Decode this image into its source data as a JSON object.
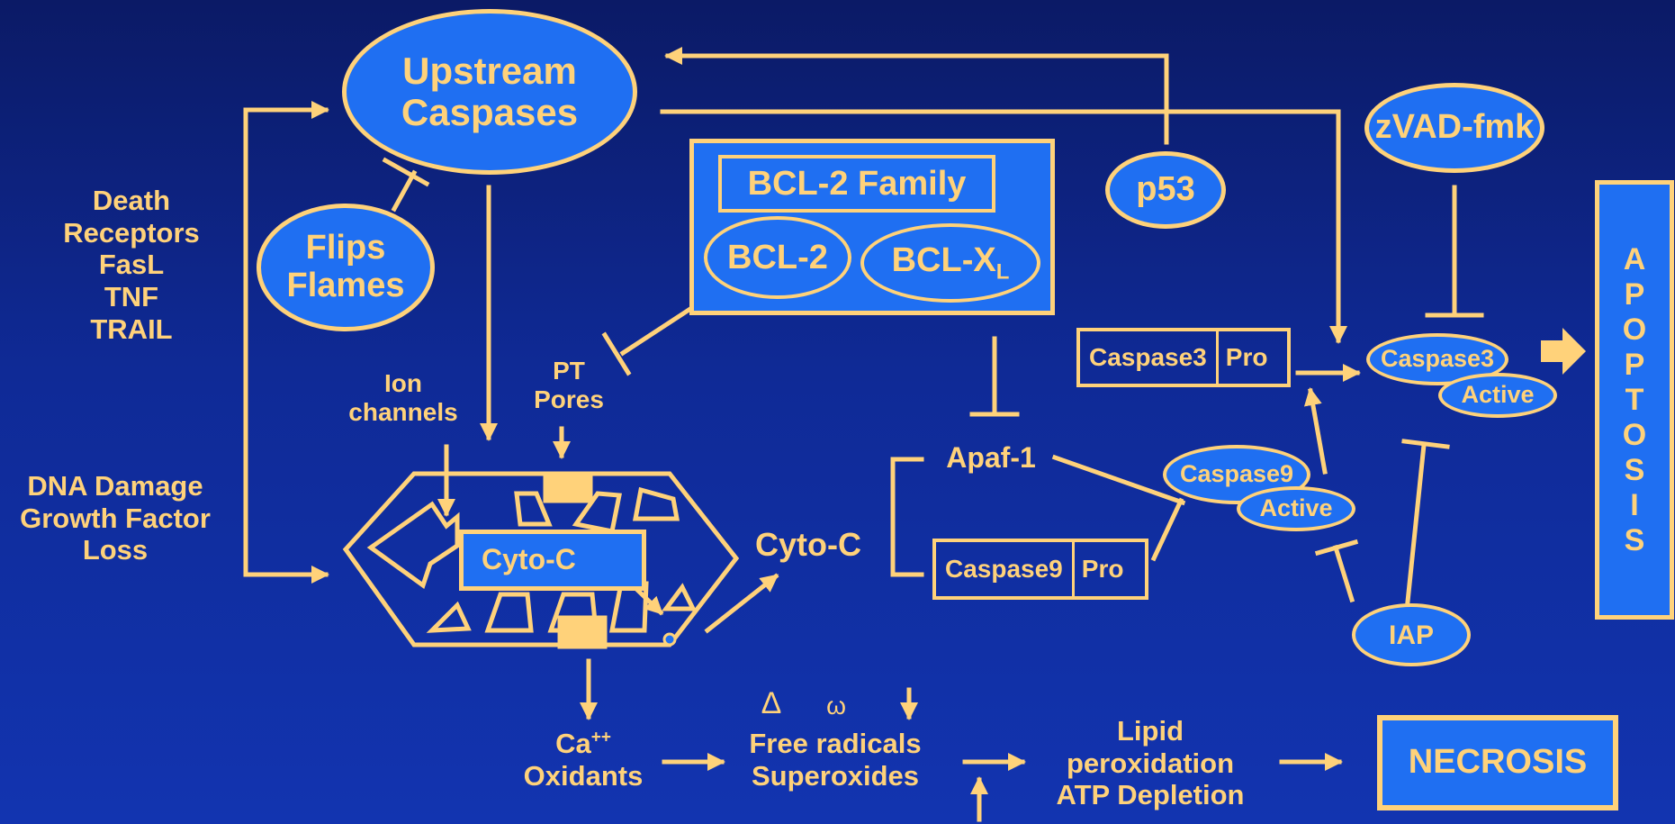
{
  "colors": {
    "background_top": "#0b1a66",
    "background_bottom": "#1234b0",
    "node_fill": "#1f6ff2",
    "ink": "#ffd27a"
  },
  "nodes": {
    "upstream_caspases": "Upstream Caspases",
    "flips_flames": "Flips Flames",
    "bcl2_family": "BCL-2 Family",
    "bcl2": "BCL-2",
    "bclxl": "BCL-X",
    "bclxl_sub": "L",
    "p53": "p53",
    "zvad": "zVAD-fmk",
    "caspase3_pro_left": "Caspase3",
    "caspase3_pro_right": "Pro",
    "caspase3_active_top": "Caspase3",
    "caspase3_active_bottom": "Active",
    "apaf1": "Apaf-1",
    "caspase9_active_top": "Caspase9",
    "caspase9_active_bottom": "Active",
    "caspase9_pro_left": "Caspase9",
    "caspase9_pro_right": "Pro",
    "iap": "IAP",
    "cyto_c_inner": "Cyto-C",
    "cyto_c_outer": "Cyto-C",
    "apoptosis_letters": [
      "A",
      "P",
      "O",
      "P",
      "T",
      "O",
      "S",
      "I",
      "S"
    ],
    "necrosis": "NECROSIS"
  },
  "labels": {
    "death_receptors": [
      "Death",
      "Receptors",
      "FasL",
      "TNF",
      "TRAIL"
    ],
    "dna_damage": [
      "DNA Damage",
      "Growth Factor",
      "Loss"
    ],
    "ion_channels": [
      "Ion",
      "channels"
    ],
    "pt_pores": [
      "PT",
      "Pores"
    ],
    "ca_oxidants_line1": "Ca",
    "ca_sup": "++",
    "ca_oxidants_line2": "Oxidants",
    "free_radicals": [
      "Free radicals",
      "Superoxides"
    ],
    "lipid": [
      "Lipid",
      "peroxidation",
      "ATP Depletion"
    ],
    "symbol_delta": "Δ",
    "symbol_omega": "ω"
  }
}
